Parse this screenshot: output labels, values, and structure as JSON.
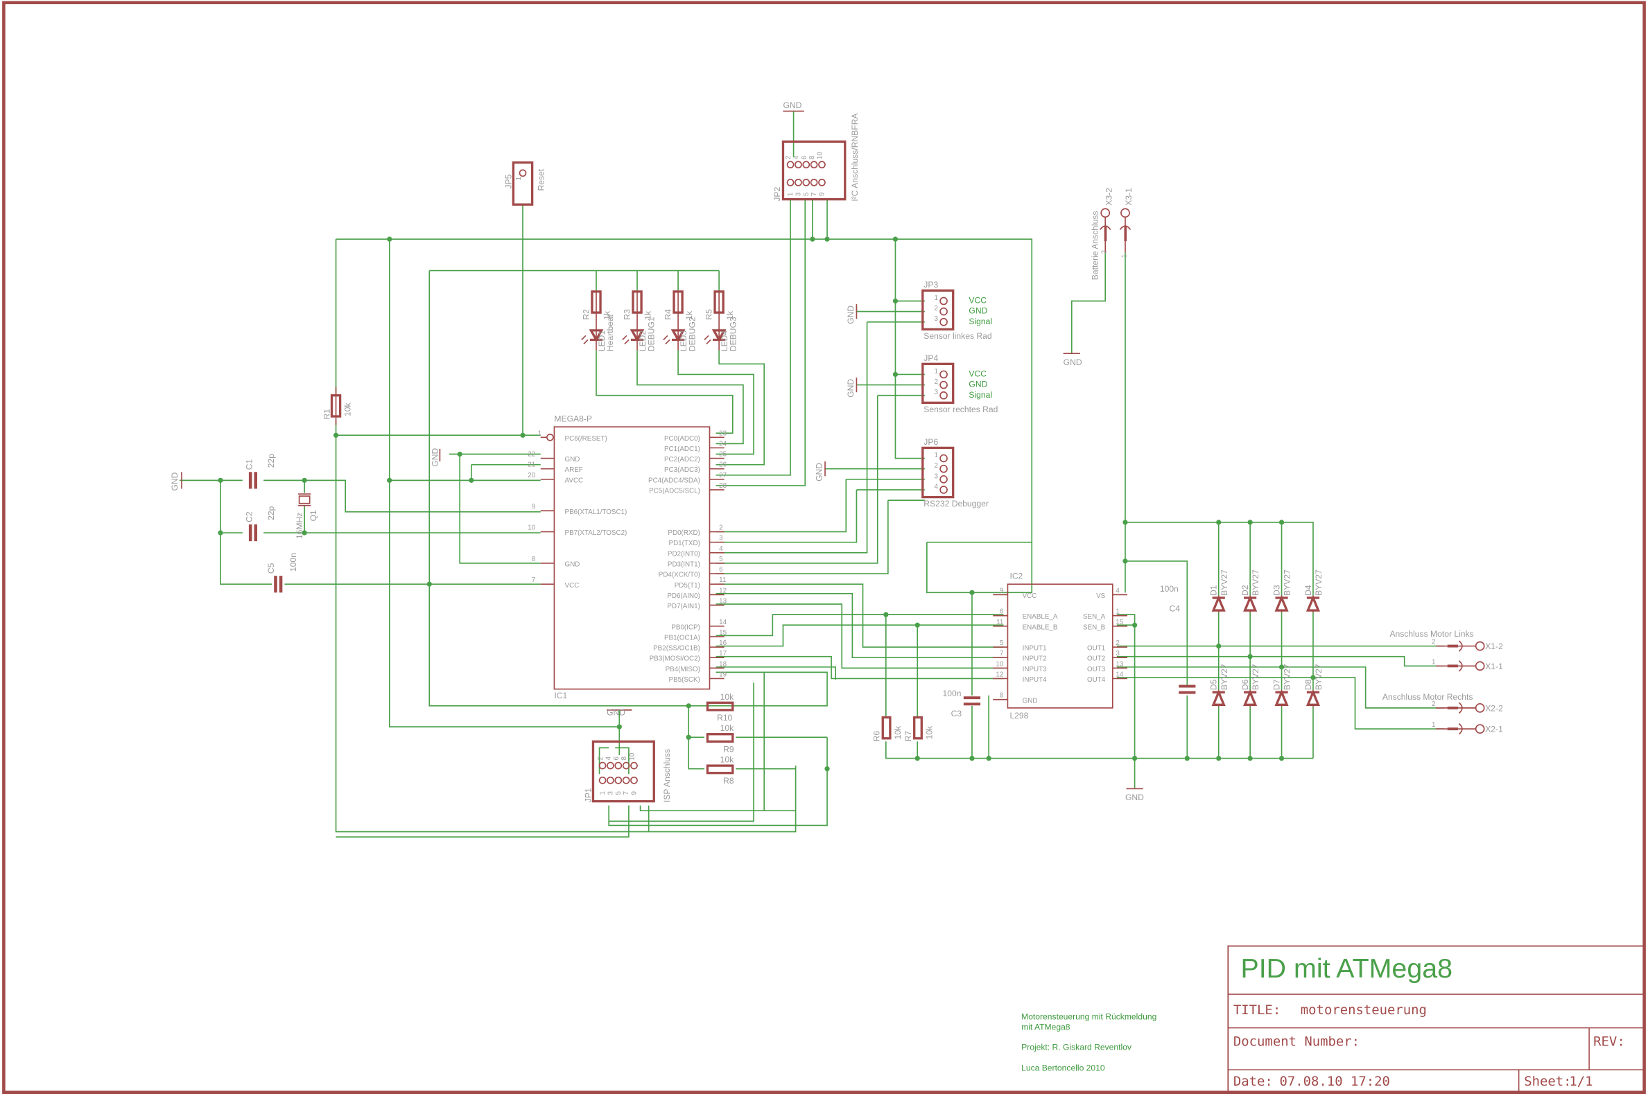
{
  "title_block": {
    "title": "PID mit ATMega8",
    "title_label": "TITLE:",
    "title_value": "motorensteuerung",
    "document_number_label": "Document Number:",
    "rev_label": "REV:",
    "date_label": "Date:",
    "date_value": "07.08.10 17:20",
    "sheet_label": "Sheet:",
    "sheet_value": "1/1"
  },
  "notes": {
    "line1": "Motorensteuerung mit Rückmeldung",
    "line2": "mit ATMega8",
    "project": "Projekt: R. Giskard Reventlov",
    "author": "Luca Bertoncello 2010"
  },
  "ic1": {
    "name": "IC1",
    "value": "MEGA8-P",
    "left_pins": [
      {
        "num": "1",
        "name": "PC6(/RESET)"
      },
      {
        "num": "22",
        "name": "GND"
      },
      {
        "num": "21",
        "name": "AREF"
      },
      {
        "num": "20",
        "name": "AVCC"
      },
      {
        "num": "9",
        "name": "PB6(XTAL1/TOSC1)"
      },
      {
        "num": "10",
        "name": "PB7(XTAL2/TOSC2)"
      },
      {
        "num": "8",
        "name": "GND"
      },
      {
        "num": "7",
        "name": "VCC"
      }
    ],
    "right_pins": [
      {
        "num": "23",
        "name": "PC0(ADC0)"
      },
      {
        "num": "24",
        "name": "PC1(ADC1)"
      },
      {
        "num": "25",
        "name": "PC2(ADC2)"
      },
      {
        "num": "26",
        "name": "PC3(ADC3)"
      },
      {
        "num": "27",
        "name": "PC4(ADC4/SDA)"
      },
      {
        "num": "28",
        "name": "PC5(ADC5/SCL)"
      },
      {
        "num": "2",
        "name": "PD0(RXD)"
      },
      {
        "num": "3",
        "name": "PD1(TXD)"
      },
      {
        "num": "4",
        "name": "PD2(INT0)"
      },
      {
        "num": "5",
        "name": "PD3(INT1)"
      },
      {
        "num": "6",
        "name": "PD4(XCK/T0)"
      },
      {
        "num": "11",
        "name": "PD5(T1)"
      },
      {
        "num": "12",
        "name": "PD6(AIN0)"
      },
      {
        "num": "13",
        "name": "PD7(AIN1)"
      },
      {
        "num": "14",
        "name": "PB0(ICP)"
      },
      {
        "num": "15",
        "name": "PB1(OC1A)"
      },
      {
        "num": "16",
        "name": "PB2(SS/OC1B)"
      },
      {
        "num": "17",
        "name": "PB3(MOSI/OC2)"
      },
      {
        "num": "18",
        "name": "PB4(MISO)"
      },
      {
        "num": "19",
        "name": "PB5(SCK)"
      }
    ]
  },
  "ic2": {
    "name": "IC2",
    "value": "L298",
    "left_pins": [
      {
        "num": "9",
        "name": "VCC"
      },
      {
        "num": "6",
        "name": "ENABLE_A"
      },
      {
        "num": "11",
        "name": "ENABLE_B"
      },
      {
        "num": "5",
        "name": "INPUT1"
      },
      {
        "num": "7",
        "name": "INPUT2"
      },
      {
        "num": "10",
        "name": "INPUT3"
      },
      {
        "num": "12",
        "name": "INPUT4"
      },
      {
        "num": "8",
        "name": "GND"
      }
    ],
    "right_pins": [
      {
        "num": "4",
        "name": "VS"
      },
      {
        "num": "1",
        "name": "SEN_A"
      },
      {
        "num": "15",
        "name": "SEN_B"
      },
      {
        "num": "2",
        "name": "OUT1"
      },
      {
        "num": "3",
        "name": "OUT2"
      },
      {
        "num": "13",
        "name": "OUT3"
      },
      {
        "num": "14",
        "name": "OUT4"
      }
    ]
  },
  "leds": [
    {
      "r": "R2",
      "rv": "1k",
      "led": "LED1",
      "label": "Heartbeat"
    },
    {
      "r": "R3",
      "rv": "1k",
      "led": "LED2",
      "label": "DEBUG1"
    },
    {
      "r": "R4",
      "rv": "1k",
      "led": "LED3",
      "label": "DEBUG2"
    },
    {
      "r": "R5",
      "rv": "1k",
      "led": "LED4",
      "label": "DEBUG3"
    }
  ],
  "connectors": {
    "jp2": {
      "name": "JP2",
      "label": "I²C Anschluss/RNBFRA",
      "pins_top": [
        "2",
        "4",
        "6",
        "8",
        "10"
      ],
      "pins_bottom": [
        "1",
        "3",
        "5",
        "7",
        "9"
      ]
    },
    "jp5": {
      "name": "JP5",
      "label": "Reset",
      "pin": "1"
    },
    "jp3": {
      "name": "JP3",
      "label": "Sensor linkes Rad",
      "pins": [
        "1",
        "2",
        "3"
      ],
      "signals": [
        "VCC",
        "GND",
        "Signal"
      ]
    },
    "jp4": {
      "name": "JP4",
      "label": "Sensor rechtes Rad",
      "pins": [
        "1",
        "2",
        "3"
      ],
      "signals": [
        "VCC",
        "GND",
        "Signal"
      ]
    },
    "jp6": {
      "name": "JP6",
      "label": "RS232 Debugger",
      "pins": [
        "1",
        "2",
        "3",
        "4"
      ]
    },
    "jp1": {
      "name": "JP1",
      "label": "ISP Anschluss",
      "pins_top": [
        "2",
        "4",
        "6",
        "8",
        "10"
      ],
      "pins_bottom": [
        "1",
        "3",
        "5",
        "7",
        "9"
      ]
    },
    "x3": {
      "label": "Batterie Anschluss",
      "x3_2": "X3-2",
      "x3_1": "X3-1",
      "pin2": "2",
      "pin1": "1"
    },
    "motor_links": {
      "label": "Anschluss Motor Links",
      "x1_2": "X1-2",
      "x1_1": "X1-1",
      "pin2": "2",
      "pin1": "1"
    },
    "motor_rechts": {
      "label": "Anschluss Motor Rechts",
      "x2_2": "X2-2",
      "x2_1": "X2-1",
      "pin2": "2",
      "pin1": "1"
    }
  },
  "passives": {
    "r1": {
      "name": "R1",
      "value": "10k"
    },
    "r6": {
      "name": "R6",
      "value": "10k"
    },
    "r7": {
      "name": "R7",
      "value": "10k"
    },
    "r8": {
      "name": "R8",
      "value": "10k"
    },
    "r9": {
      "name": "R9",
      "value": "10k"
    },
    "r10": {
      "name": "R10",
      "value": "10k"
    },
    "c1": {
      "name": "C1",
      "value": "22p"
    },
    "c2": {
      "name": "C2",
      "value": "22p"
    },
    "c3": {
      "name": "C3",
      "value": "100n"
    },
    "c4": {
      "name": "C4",
      "value": "100n"
    },
    "c5": {
      "name": "C5",
      "value": "100n"
    },
    "q1": {
      "name": "Q1",
      "value": "16MHz"
    }
  },
  "diodes": [
    {
      "name": "D1",
      "value": "BYV27"
    },
    {
      "name": "D2",
      "value": "BYV27"
    },
    {
      "name": "D3",
      "value": "BYV27"
    },
    {
      "name": "D4",
      "value": "BYV27"
    },
    {
      "name": "D5",
      "value": "BYV27"
    },
    {
      "name": "D6",
      "value": "BYV27"
    },
    {
      "name": "D7",
      "value": "BYV27"
    },
    {
      "name": "D8",
      "value": "BYV27"
    }
  ],
  "gnd_label": "GND"
}
